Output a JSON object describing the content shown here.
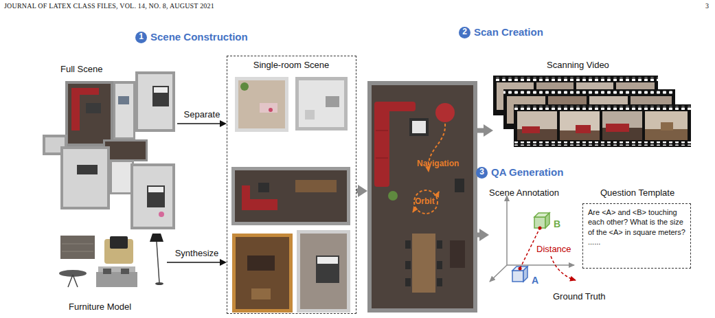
{
  "diagram": {
    "nodes": [
      {
        "text": [
          "1",
          "Scene Construction"
        ]
      },
      {
        "text": [
          "2",
          "Scan Creation"
        ]
      },
      {
        "text": [
          "Full Scene"
        ]
      },
      {
        "text": [
          "Single-room Scene"
        ]
      },
      {
        "text": [
          "Navigation",
          "Orbit"
        ]
      },
      {
        "text": [
          "Scanning Video"
        ]
      },
      {
        "text": [
          "3",
          "QA Generation"
        ]
      },
      {
        "text": [
          "Scene Annotation"
        ]
      },
      {
        "text": [
          "Question Template",
          "Are <A> and <B> touching each other? What is the size of the <A> in square meters? ......"
        ]
      },
      {
        "text": [
          "Furniture Model"
        ]
      }
    ],
    "edges": [
      {
        "from": 2,
        "to": 3,
        "arrow": "to",
        "label": "Separate"
      },
      {
        "from": 9,
        "to": 3,
        "arrow": "to",
        "label": "Synthesize"
      },
      {
        "from": 3,
        "to": 4,
        "arrow": "to"
      },
      {
        "from": 4,
        "to": 5,
        "arrow": "to"
      },
      {
        "from": 4,
        "to": 7,
        "arrow": "to"
      }
    ],
    "labels": [
      "JOURNAL OF LATEX CLASS FILES, VOL. 14, NO. 8, AUGUST 2021",
      "3",
      "B",
      "Distance",
      "A",
      "Ground Truth"
    ]
  }
}
